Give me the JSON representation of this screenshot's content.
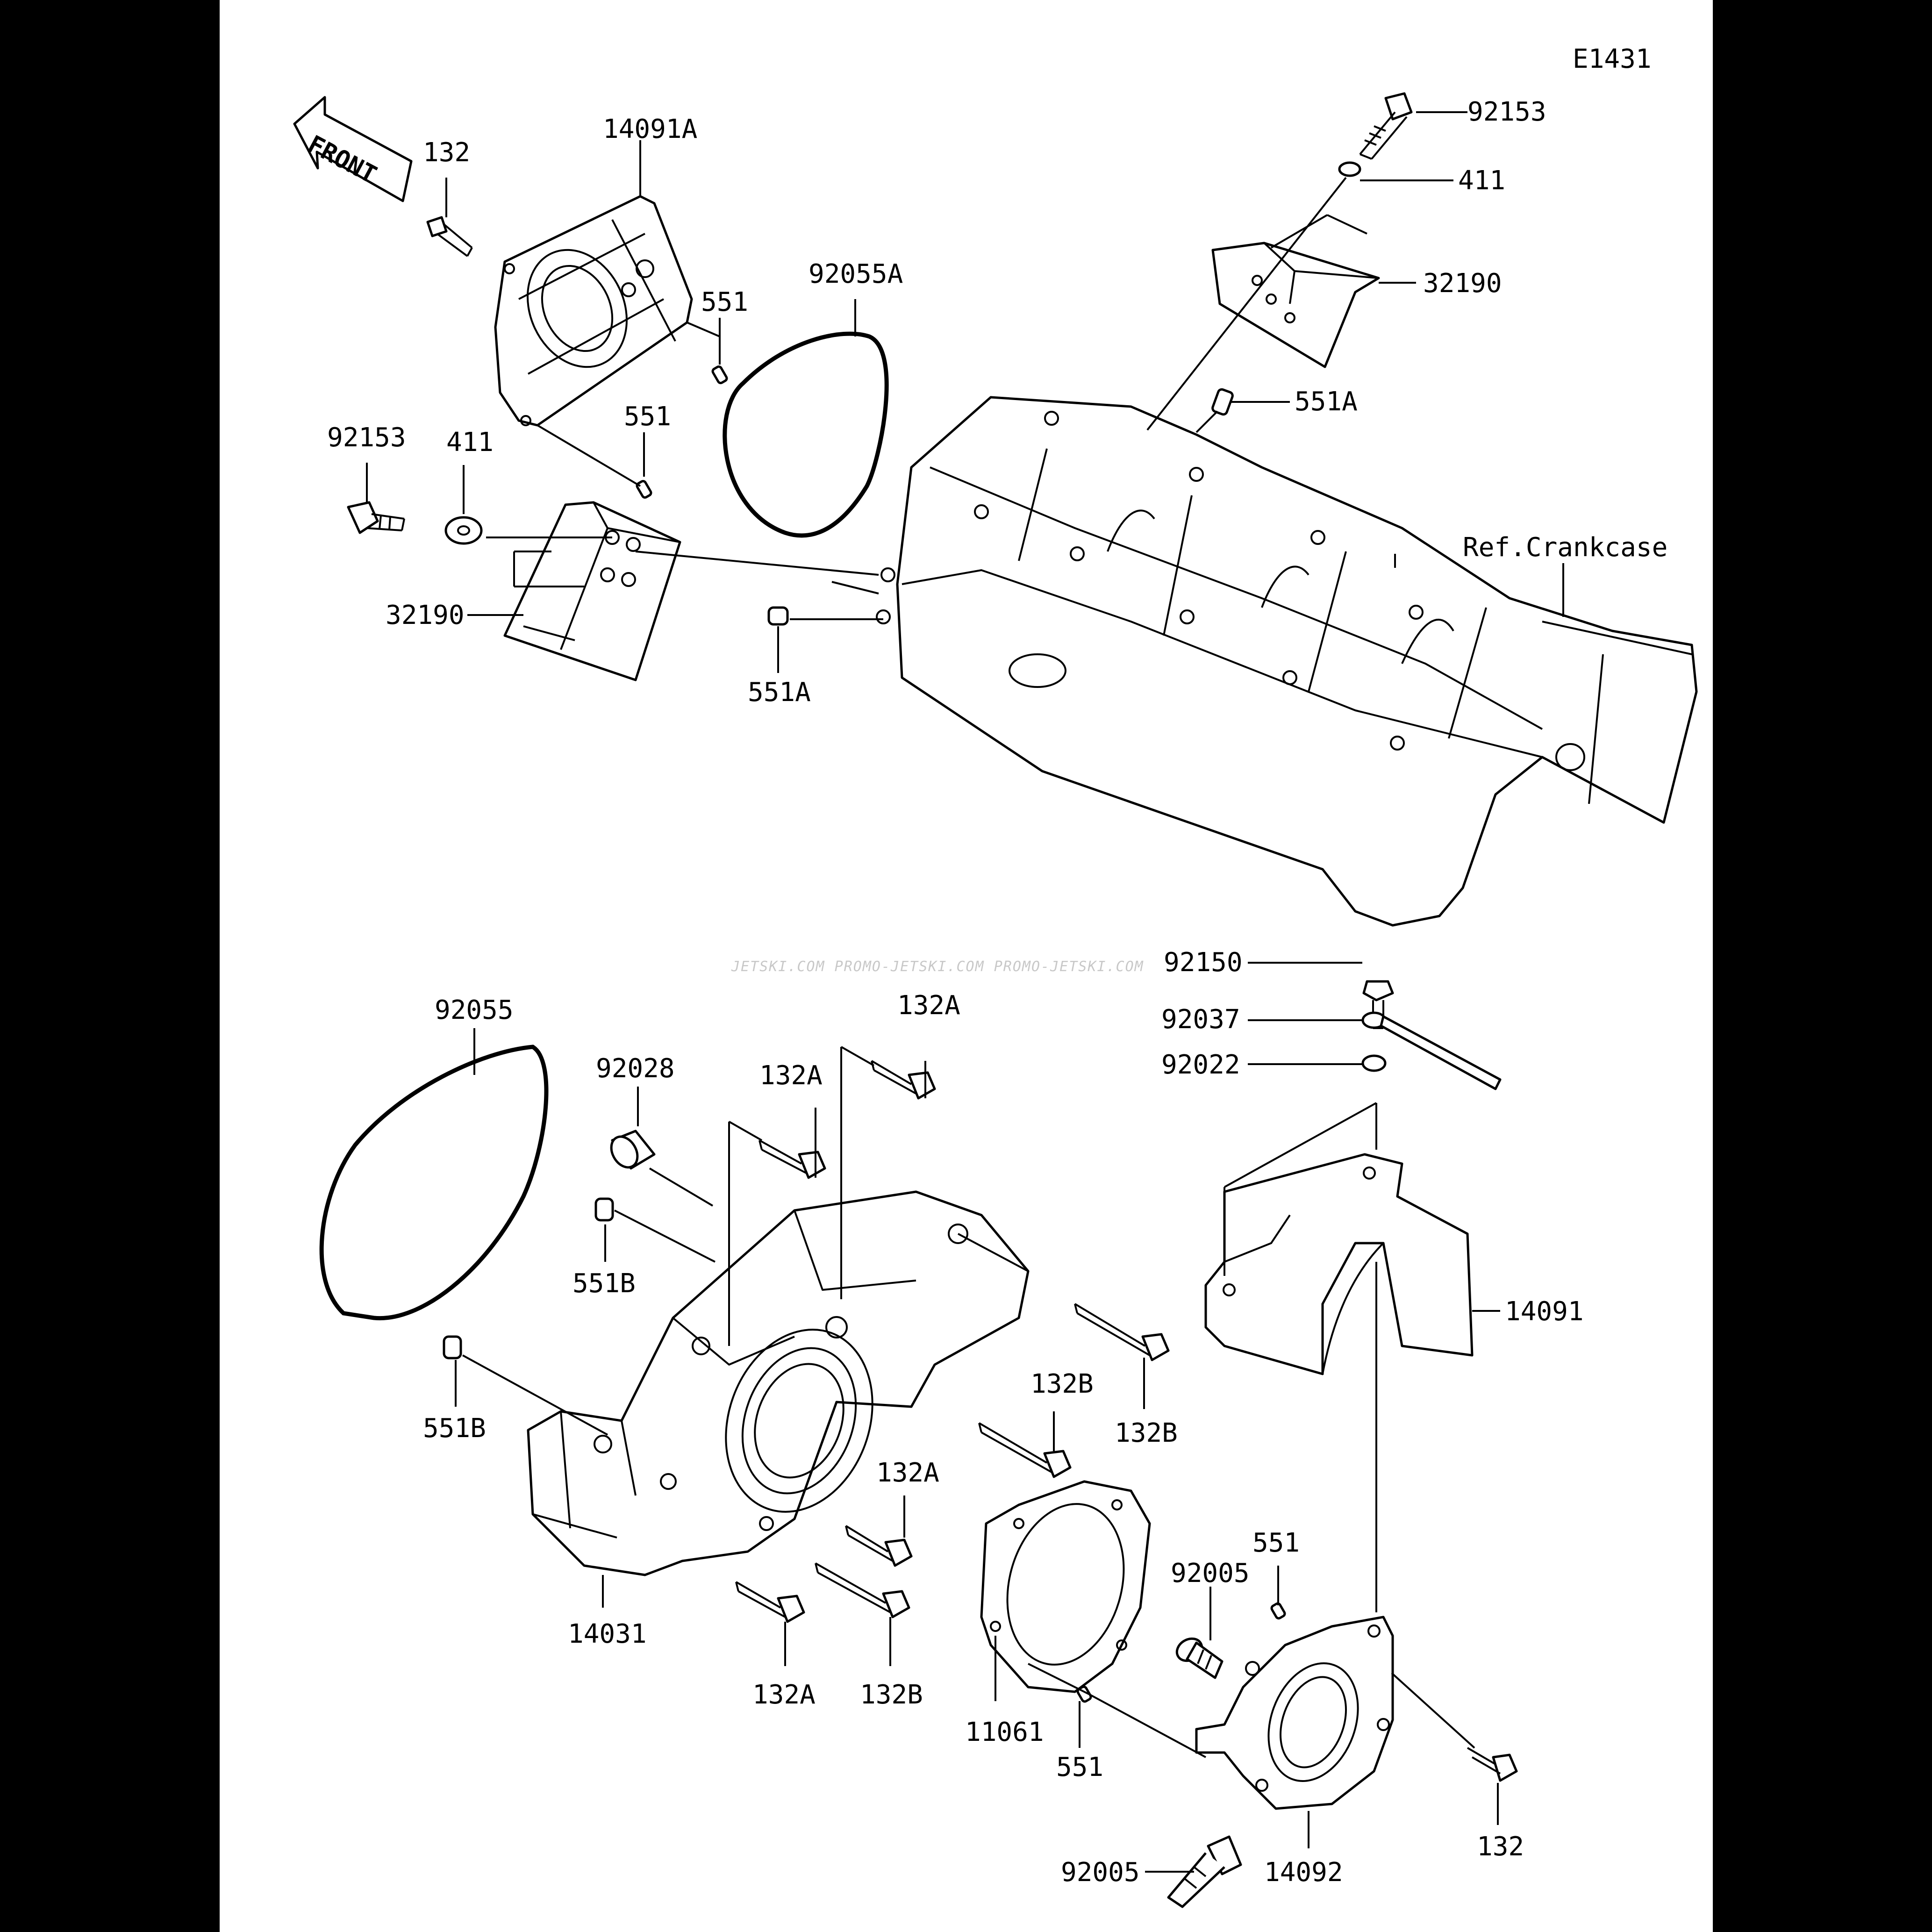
{
  "diagram_id": "E1431",
  "front_label": "FRONT",
  "ref_label": "Ref.Crankcase",
  "watermark": "JETSKI.COM  PROMO-JETSKI.COM  PROMO-JETSKI.COM",
  "part_labels": {
    "p92153_top": "92153",
    "p411_top": "411",
    "p32190_right": "32190",
    "p551A_top": "551A",
    "p132_top": "132",
    "p14091A": "14091A",
    "p92055A": "92055A",
    "p551_a": "551",
    "p551_b": "551",
    "p92153_left": "92153",
    "p411_left": "411",
    "p32190_left": "32190",
    "p551A_left": "551A",
    "p92150": "92150",
    "p92037": "92037",
    "p92022": "92022",
    "p92055": "92055",
    "p132A_top": "132A",
    "p92028": "92028",
    "p132A_mid": "132A",
    "p551B_upper": "551B",
    "p14091": "14091",
    "p132B_right": "132B",
    "p551B_lower": "551B",
    "p132B_mid": "132B",
    "p132A_lower": "132A",
    "p551_c": "551",
    "p92005_upper": "92005",
    "p14031": "14031",
    "p132A_bottom": "132A",
    "p132B_bottom": "132B",
    "p11061": "11061",
    "p551_d": "551",
    "p132_bottom": "132",
    "p92005_lower": "92005",
    "p14092": "14092"
  }
}
